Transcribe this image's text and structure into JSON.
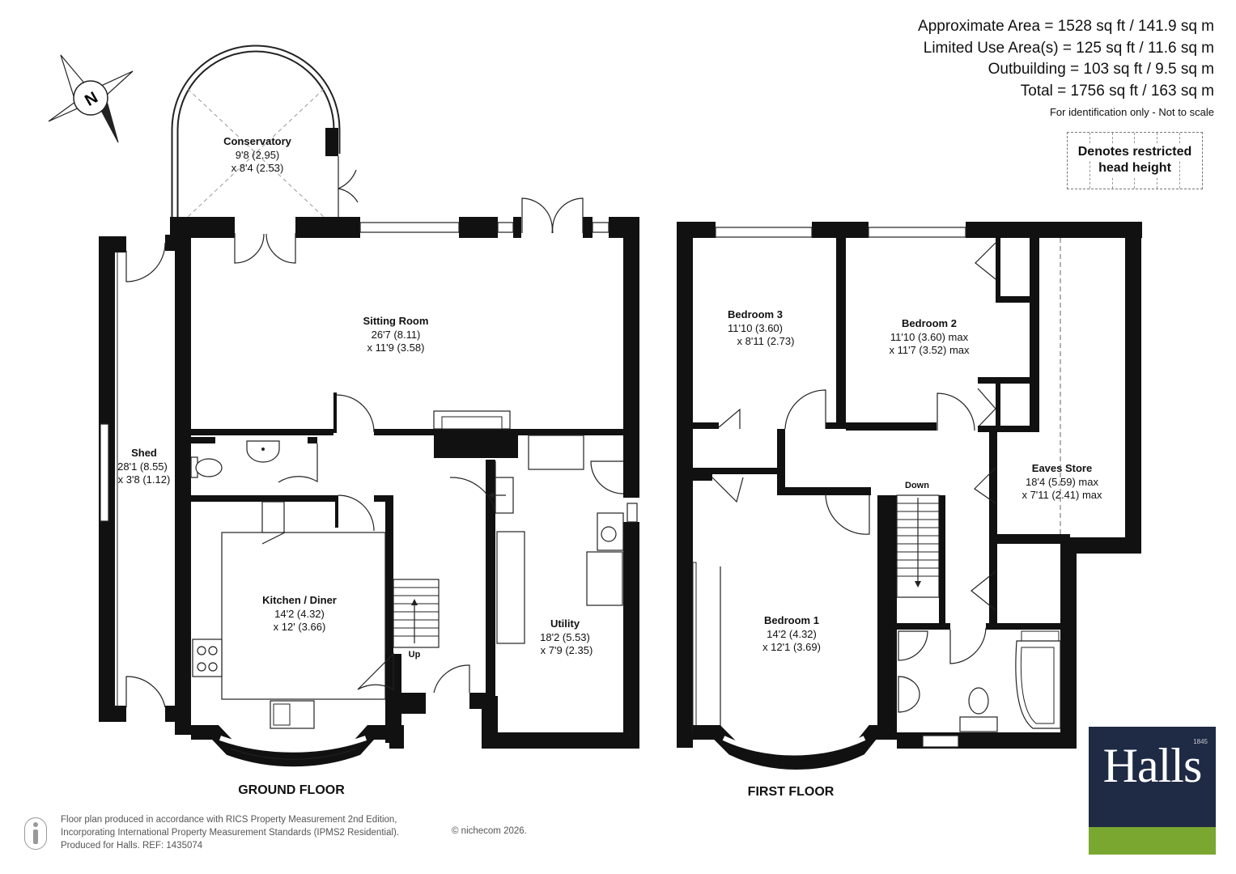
{
  "areas": {
    "approximate": "Approximate Area = 1528 sq ft / 141.9 sq m",
    "limited_use": "Limited Use Area(s) = 125 sq ft / 11.6 sq m",
    "outbuilding": "Outbuilding = 103 sq ft / 9.5 sq m",
    "total": "Total = 1756 sq ft / 163 sq m",
    "note": "For identification only - Not to scale"
  },
  "legend": {
    "line1": "Denotes restricted",
    "line2": "head height"
  },
  "compass": {
    "label": "N"
  },
  "ground_floor": {
    "label": "GROUND FLOOR",
    "rooms": {
      "conservatory": {
        "name": "Conservatory",
        "dim1": "9'8 (2.95)",
        "dim2": "x 8'4 (2.53)"
      },
      "sitting_room": {
        "name": "Sitting Room",
        "dim1": "26'7 (8.11)",
        "dim2": "x 11'9 (3.58)"
      },
      "shed": {
        "name": "Shed",
        "dim1": "28'1 (8.55)",
        "dim2": "x 3'8 (1.12)"
      },
      "kitchen": {
        "name": "Kitchen / Diner",
        "dim1": "14'2 (4.32)",
        "dim2": "x 12' (3.66)"
      },
      "utility": {
        "name": "Utility",
        "dim1": "18'2 (5.53)",
        "dim2": "x 7'9 (2.35)"
      }
    },
    "stairs_label": "Up"
  },
  "first_floor": {
    "label": "FIRST FLOOR",
    "rooms": {
      "bedroom3": {
        "name": "Bedroom 3",
        "dim1": "11'10 (3.60)",
        "dim2": "x 8'11 (2.73)"
      },
      "bedroom2": {
        "name": "Bedroom 2",
        "dim1": "11'10 (3.60) max",
        "dim2": "x 11'7 (3.52) max"
      },
      "eaves": {
        "name": "Eaves Store",
        "dim1": "18'4 (5.59) max",
        "dim2": "x 7'11 (2.41) max"
      },
      "bedroom1": {
        "name": "Bedroom 1",
        "dim1": "14'2 (4.32)",
        "dim2": "x 12'1 (3.69)"
      }
    },
    "stairs_label": "Down"
  },
  "footer": {
    "line1": "Floor plan produced in accordance with RICS Property Measurement 2nd Edition,",
    "line2": "Incorporating International Property Measurement Standards (IPMS2 Residential).",
    "line3": "Produced for Halls.   REF: 1435074",
    "copyright": "© nichecom 2026."
  },
  "logo": {
    "name": "Halls",
    "year": "1845",
    "navy": "#1f2a44",
    "green": "#7aa72f"
  }
}
